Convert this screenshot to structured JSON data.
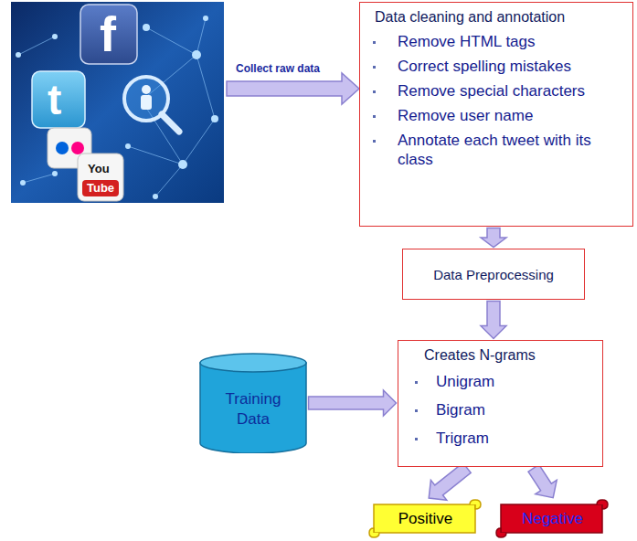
{
  "diagram": {
    "nodes": [
      {
        "text": [
          "Data cleaning and annotation",
          "Remove HTML tags",
          "Correct spelling mistakes",
          "Remove special characters",
          "Remove user name",
          "Annotate each tweet with its class"
        ]
      },
      {
        "text": [
          "Data Preprocessing"
        ]
      },
      {
        "text": [
          "Training Data"
        ]
      },
      {
        "text": [
          "Creates N-grams",
          "Unigram",
          "Bigram",
          "Trigram"
        ]
      },
      {
        "text": [
          "Positive"
        ]
      },
      {
        "text": [
          "Negative"
        ]
      }
    ],
    "edges": [
      {
        "from": 0,
        "to": 1,
        "arrow": "to"
      },
      {
        "from": 1,
        "to": 3,
        "arrow": "to"
      },
      {
        "from": 2,
        "to": 3,
        "arrow": "to"
      },
      {
        "from": 3,
        "to": 4,
        "arrow": "to"
      },
      {
        "from": 3,
        "to": 5,
        "arrow": "to"
      }
    ],
    "labels": [
      "Collect raw data",
      "f",
      "t",
      "You",
      "Tube"
    ]
  }
}
